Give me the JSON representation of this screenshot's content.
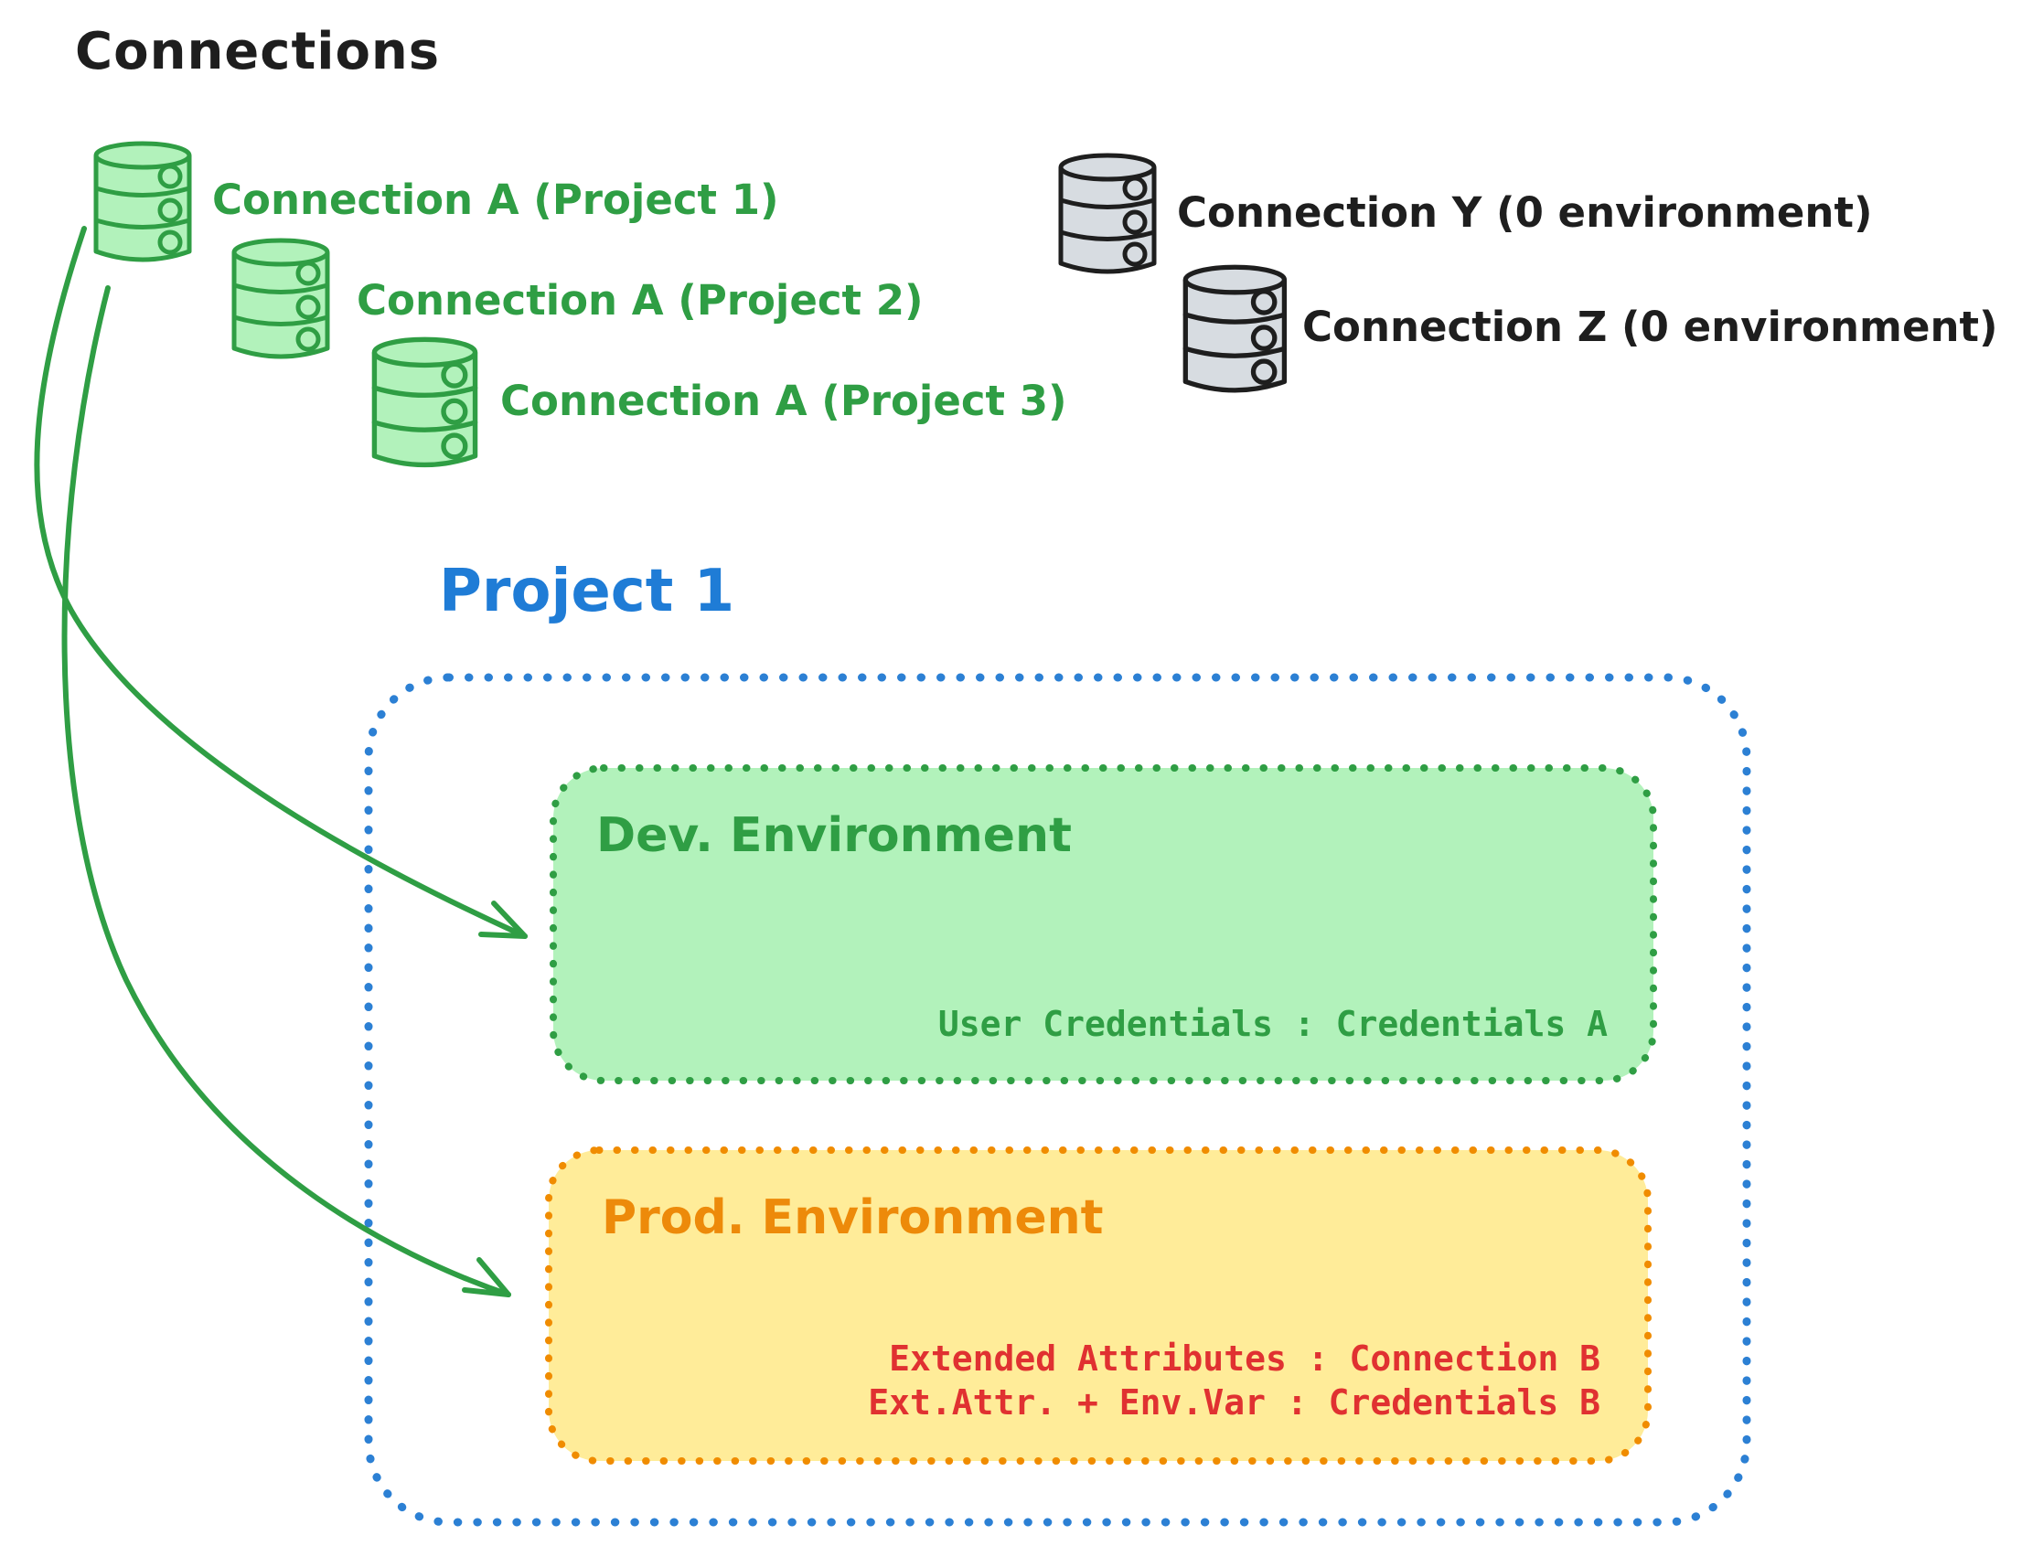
{
  "header": {
    "title": "Connections"
  },
  "connections": {
    "project_a": [
      {
        "label": "Connection A (Project 1)"
      },
      {
        "label": "Connection A (Project 2)"
      },
      {
        "label": "Connection A (Project 3)"
      }
    ],
    "unassigned": [
      {
        "label": "Connection Y (0 environment)"
      },
      {
        "label": "Connection Z (0 environment)"
      }
    ]
  },
  "project": {
    "title": "Project 1",
    "environments": [
      {
        "name": "Dev. Environment",
        "mappings": [
          "User Credentials : Credentials A"
        ]
      },
      {
        "name": "Prod. Environment",
        "mappings": [
          "Extended Attributes : Connection B",
          "Ext.Attr. + Env.Var : Credentials B"
        ]
      }
    ]
  },
  "colors": {
    "ink": "#1e1e1e",
    "green_stroke": "#2f9e44",
    "green_fill": "#b2f2bb",
    "blue": "#2c80d4",
    "orange_stroke": "#f08c00",
    "orange_text": "#ed8a0a",
    "yellow_fill": "#ffec99",
    "red_text": "#e03131",
    "gray_fill": "#d7dce1"
  }
}
